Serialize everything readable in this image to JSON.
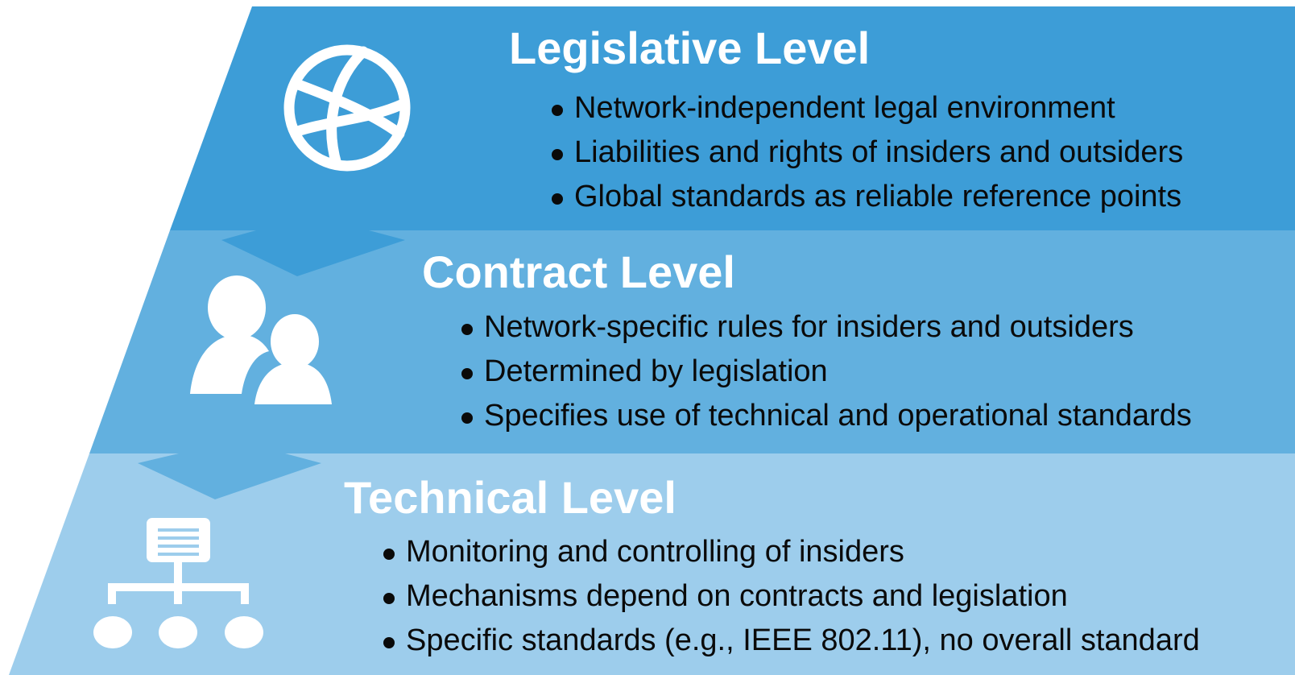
{
  "colors": {
    "legislative": "#3d9dd7",
    "contract": "#62b0df",
    "technical": "#9dcdec",
    "arrow_top": "#3d9dd7",
    "arrow_mid": "#62b0df",
    "text_white": "#ffffff",
    "text_dark": "#0a0a0a"
  },
  "levels": [
    {
      "title": "Legislative Level",
      "icon": "globe-icon",
      "bullets": [
        "Network-independent legal environment",
        "Liabilities and rights of insiders and outsiders",
        "Global standards as reliable reference points"
      ]
    },
    {
      "title": "Contract Level",
      "icon": "people-icon",
      "bullets": [
        "Network-specific rules for insiders and outsiders",
        "Determined by legislation",
        "Specifies use of technical and operational standards"
      ]
    },
    {
      "title": "Technical Level",
      "icon": "network-hierarchy-icon",
      "bullets": [
        "Monitoring and controlling of insiders",
        "Mechanisms depend on contracts and legislation",
        "Specific standards (e.g., IEEE 802.11), no overall standard"
      ]
    }
  ]
}
